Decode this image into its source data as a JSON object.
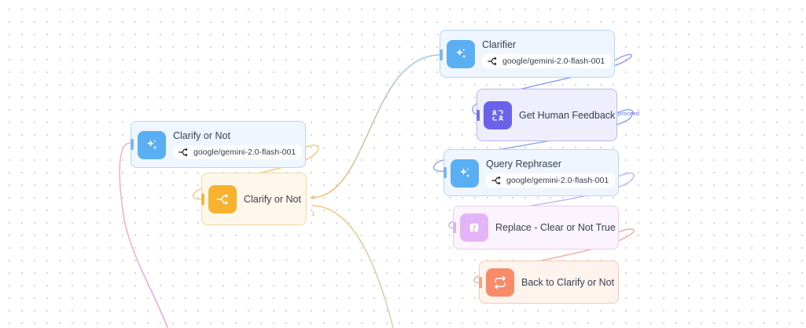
{
  "nodes": {
    "clarify_llm": {
      "title": "Clarify or Not",
      "model": "google/gemini-2.0-flash-001",
      "icon": "sparkles-icon"
    },
    "clarify_router": {
      "title": "Clarify or Not",
      "icon": "branch-icon",
      "outputs": [
        "0",
        "1"
      ]
    },
    "clarifier": {
      "title": "Clarifier",
      "model": "google/gemini-2.0-flash-001",
      "icon": "sparkles-icon"
    },
    "human_feedback": {
      "title": "Get Human Feedback",
      "icon": "human-feedback-icon",
      "output_label": "proceed"
    },
    "query_rephraser": {
      "title": "Query Rephraser",
      "model": "google/gemini-2.0-flash-001",
      "icon": "sparkles-icon"
    },
    "replace": {
      "title": "Replace - Clear or Not True",
      "icon": "function-icon"
    },
    "back_loop": {
      "title": "Back to Clarify or Not",
      "icon": "loop-icon"
    }
  },
  "colors": {
    "llm": "#5aaef2",
    "router": "#f7b230",
    "human": "#6a62e9",
    "function": "#e3b5f7",
    "loop": "#f88b69"
  }
}
